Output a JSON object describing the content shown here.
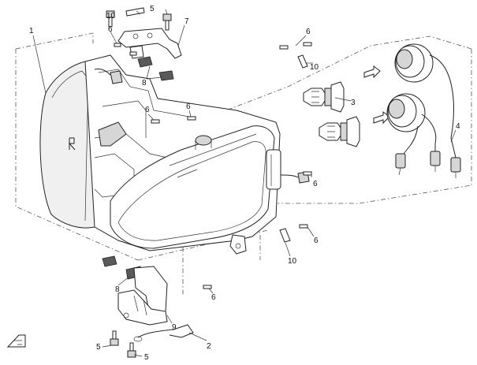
{
  "diagram": {
    "callouts": {
      "c1": "1",
      "c2": "2",
      "c3": "3",
      "c4": "4",
      "c5a": "5",
      "c5b": "5",
      "c5c": "5",
      "c6a": "6",
      "c6b": "6",
      "c6c": "6",
      "c6d": "6",
      "c6e": "6",
      "c6f": "6",
      "c6g": "6",
      "c7": "7",
      "c8a": "8",
      "c8b": "8",
      "c9": "9",
      "c10a": "10",
      "c10b": "10",
      "c10c": "10"
    },
    "icons": [
      "headlight-housing",
      "headlight-bulb",
      "bulb-socket",
      "wiring-harness",
      "mounting-bracket",
      "screw",
      "clip-nut",
      "tension-spring",
      "orientation-arrow"
    ]
  }
}
